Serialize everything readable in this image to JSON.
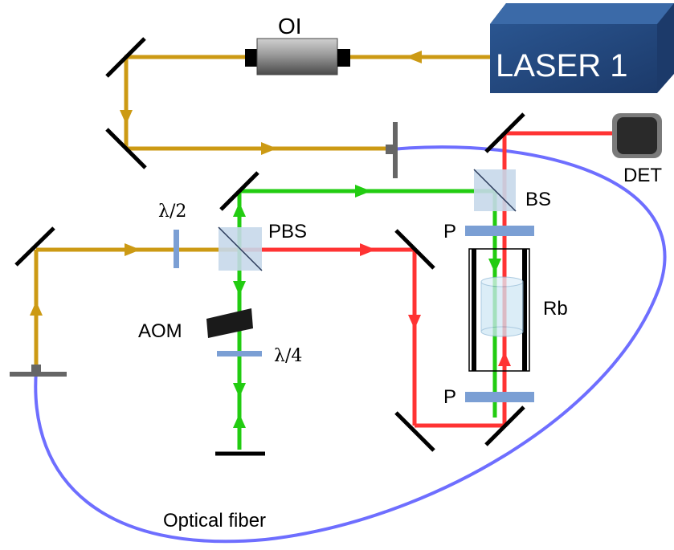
{
  "labels": {
    "laser": "LASER 1",
    "isolator": "OI",
    "detector": "DET",
    "beam_splitter": "BS",
    "half_wave_plate": "λ/2",
    "pbs": "PBS",
    "polarizer_top": "P",
    "polarizer_bottom": "P",
    "rb_cell": "Rb",
    "aom": "AOM",
    "quarter_wave_plate": "λ/4",
    "fiber": "Optical fiber"
  },
  "colors": {
    "laser_beam": "#cc9a14",
    "probe_beam": "#ff3333",
    "pump_beam": "#22cc11",
    "fiber": "#6e6eff",
    "mirror": "#000000",
    "optic_blue": "#7b9fd4",
    "cell_fill": "#cfe7f5",
    "laser_box": "#23467e"
  }
}
